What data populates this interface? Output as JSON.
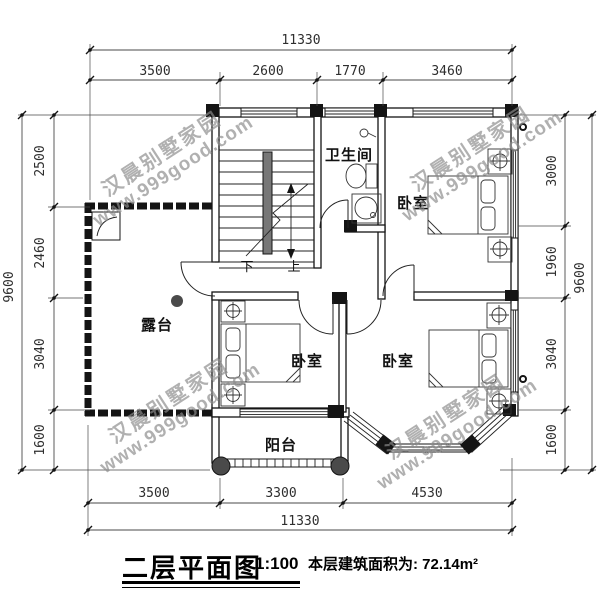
{
  "rooms": {
    "bathroom": "卫生间",
    "bedroom_top_right": "卧室",
    "bedroom_bottom_middle": "卧室",
    "bedroom_bottom_right": "卧室",
    "terrace": "露台",
    "balcony": "阳台"
  },
  "stairs": {
    "down_label": "下",
    "up_label": "上"
  },
  "dims": {
    "top": {
      "total": "11330",
      "segments": [
        "3500",
        "2600",
        "1770",
        "3460"
      ]
    },
    "bottom": {
      "total": "11330",
      "segments": [
        "3500",
        "3300",
        "4530"
      ]
    },
    "left": {
      "total": "9600",
      "segments": [
        "2500",
        "2460",
        "3040",
        "1600"
      ]
    },
    "right": {
      "total": "9600",
      "segments": [
        "3000",
        "1960",
        "3040",
        "1600"
      ]
    }
  },
  "title_block": {
    "title": "二层平面图",
    "scale": "1:100",
    "area_label": "本层建筑面积为:",
    "area_value": "72.14m²"
  },
  "watermark": {
    "brand": "汉晨别墅家园",
    "url": "www.999good.com"
  },
  "colors": {
    "line": "#141414",
    "dimension_text": "#2e2e2e",
    "watermark": "#8c8c8c"
  }
}
